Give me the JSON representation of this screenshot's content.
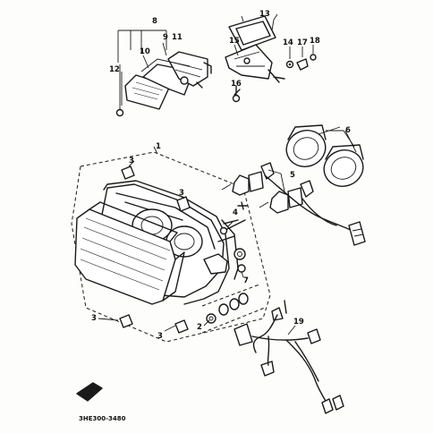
{
  "diagram": {
    "catalog_code": "3HE300-3480",
    "callouts": [
      "1",
      "2",
      "3",
      "3",
      "3",
      "3",
      "4",
      "5",
      "6",
      "7",
      "8",
      "9",
      "10",
      "11",
      "12",
      "13",
      "14",
      "15",
      "16",
      "17",
      "18",
      "19"
    ]
  }
}
